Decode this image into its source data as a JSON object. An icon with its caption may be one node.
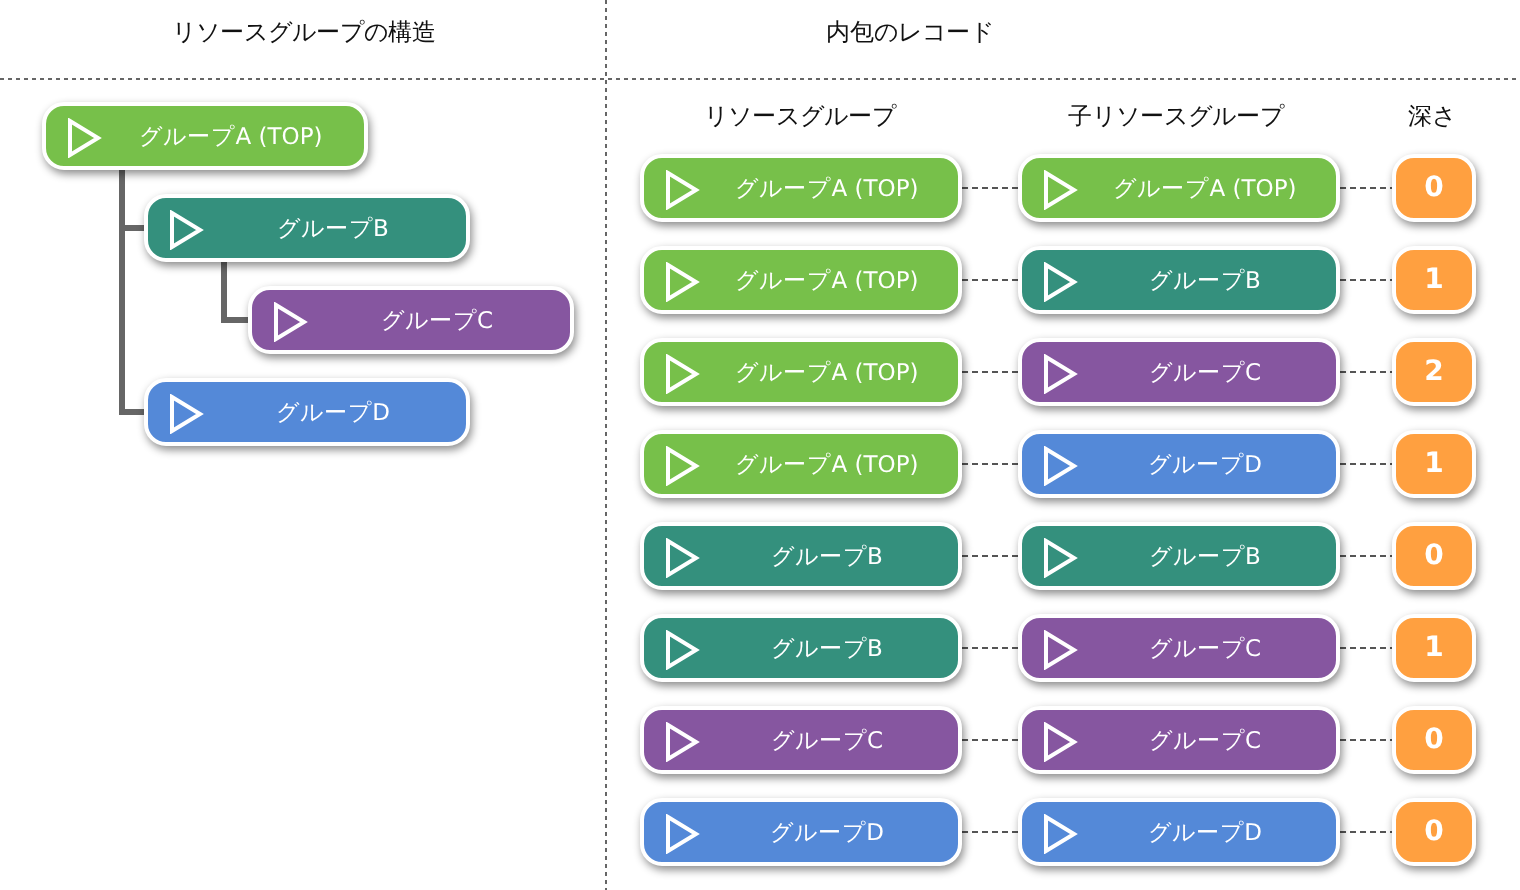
{
  "diagram": {
    "nodes": [
      {
        "text": [
          "グループA (TOP)"
        ]
      },
      {
        "text": [
          "グループB"
        ]
      },
      {
        "text": [
          "グループC"
        ]
      },
      {
        "text": [
          "グループD"
        ]
      },
      {
        "text": [
          "グループA (TOP)"
        ]
      },
      {
        "text": [
          "グループA (TOP)"
        ]
      },
      {
        "text": [
          "0"
        ]
      },
      {
        "text": [
          "グループA (TOP)"
        ]
      },
      {
        "text": [
          "グループB"
        ]
      },
      {
        "text": [
          "1"
        ]
      },
      {
        "text": [
          "グループA (TOP)"
        ]
      },
      {
        "text": [
          "グループC"
        ]
      },
      {
        "text": [
          "2"
        ]
      },
      {
        "text": [
          "グループA (TOP)"
        ]
      },
      {
        "text": [
          "グループD"
        ]
      },
      {
        "text": [
          "1"
        ]
      },
      {
        "text": [
          "グループB"
        ]
      },
      {
        "text": [
          "グループB"
        ]
      },
      {
        "text": [
          "0"
        ]
      },
      {
        "text": [
          "グループB"
        ]
      },
      {
        "text": [
          "グループC"
        ]
      },
      {
        "text": [
          "1"
        ]
      },
      {
        "text": [
          "グループC"
        ]
      },
      {
        "text": [
          "グループC"
        ]
      },
      {
        "text": [
          "0"
        ]
      },
      {
        "text": [
          "グループD"
        ]
      },
      {
        "text": [
          "グループD"
        ]
      },
      {
        "text": [
          "0"
        ]
      }
    ],
    "edges": [
      {
        "from": 0,
        "to": 1,
        "arrow": "none",
        "style": "thick"
      },
      {
        "from": 1,
        "to": 2,
        "arrow": "none",
        "style": "thick"
      },
      {
        "from": 0,
        "to": 3,
        "arrow": "none",
        "style": "thick"
      },
      {
        "from": 4,
        "to": 5,
        "arrow": "none",
        "style": "dashed"
      },
      {
        "from": 5,
        "to": 6,
        "arrow": "none",
        "style": "dashed"
      },
      {
        "from": 7,
        "to": 8,
        "arrow": "none",
        "style": "dashed"
      },
      {
        "from": 8,
        "to": 9,
        "arrow": "none",
        "style": "dashed"
      },
      {
        "from": 10,
        "to": 11,
        "arrow": "none",
        "style": "dashed"
      },
      {
        "from": 11,
        "to": 12,
        "arrow": "none",
        "style": "dashed"
      },
      {
        "from": 13,
        "to": 14,
        "arrow": "none",
        "style": "dashed"
      },
      {
        "from": 14,
        "to": 15,
        "arrow": "none",
        "style": "dashed"
      },
      {
        "from": 16,
        "to": 17,
        "arrow": "none",
        "style": "dashed"
      },
      {
        "from": 17,
        "to": 18,
        "arrow": "none",
        "style": "dashed"
      },
      {
        "from": 19,
        "to": 20,
        "arrow": "none",
        "style": "dashed"
      },
      {
        "from": 20,
        "to": 21,
        "arrow": "none",
        "style": "dashed"
      },
      {
        "from": 22,
        "to": 23,
        "arrow": "none",
        "style": "dashed"
      },
      {
        "from": 23,
        "to": 24,
        "arrow": "none",
        "style": "dashed"
      },
      {
        "from": 25,
        "to": 26,
        "arrow": "none",
        "style": "dashed"
      },
      {
        "from": 26,
        "to": 27,
        "arrow": "none",
        "style": "dashed"
      }
    ],
    "labels": [
      "リソースグループの構造",
      "内包のレコード",
      "リソースグループ",
      "子リソースグループ",
      "深さ"
    ]
  }
}
